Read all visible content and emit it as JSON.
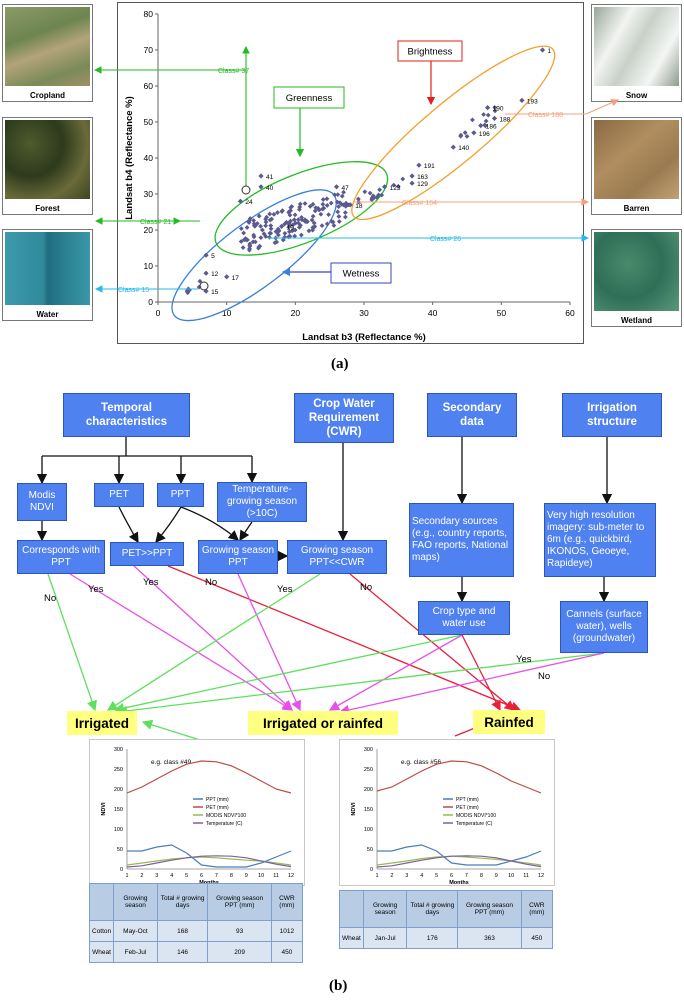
{
  "panel_a": {
    "label": "(a)",
    "chart_data": {
      "type": "scatter",
      "xlabel": "Landsat b3 (Reflectance %)",
      "ylabel": "Landsat b4 (Reflectance %)",
      "xlim": [
        0,
        60
      ],
      "ylim": [
        0,
        80
      ],
      "xticks": [
        "0",
        "10",
        "20",
        "30",
        "40",
        "50",
        "60"
      ],
      "yticks": [
        "0",
        "10",
        "20",
        "30",
        "40",
        "50",
        "60",
        "70",
        "80"
      ],
      "point_labels": [
        {
          "text": "1",
          "x": 56,
          "y": 70
        },
        {
          "text": "193",
          "x": 53,
          "y": 56
        },
        {
          "text": "190",
          "x": 48,
          "y": 54
        },
        {
          "text": "188",
          "x": 49,
          "y": 51
        },
        {
          "text": "186",
          "x": 47,
          "y": 49
        },
        {
          "text": "196",
          "x": 46,
          "y": 47
        },
        {
          "text": "140",
          "x": 43,
          "y": 43
        },
        {
          "text": "191",
          "x": 38,
          "y": 38
        },
        {
          "text": "163",
          "x": 37,
          "y": 35
        },
        {
          "text": "129",
          "x": 37,
          "y": 33
        },
        {
          "text": "123",
          "x": 33,
          "y": 32
        },
        {
          "text": "41",
          "x": 15,
          "y": 35
        },
        {
          "text": "40",
          "x": 15,
          "y": 32
        },
        {
          "text": "47",
          "x": 26,
          "y": 32
        },
        {
          "text": "24",
          "x": 12,
          "y": 28
        },
        {
          "text": "18",
          "x": 28,
          "y": 27
        },
        {
          "text": "19",
          "x": 18,
          "y": 21
        },
        {
          "text": "5",
          "x": 7,
          "y": 13
        },
        {
          "text": "12",
          "x": 7,
          "y": 8
        },
        {
          "text": "17",
          "x": 10,
          "y": 7
        },
        {
          "text": "15",
          "x": 7,
          "y": 3
        }
      ],
      "cluster_notes": [
        "Greenness",
        "Brightness",
        "Wetness"
      ],
      "class_labels": [
        "Class# 37",
        "Class# 21",
        "Class# 15",
        "Class# 188",
        "Class# 164",
        "Class# 26"
      ],
      "colors": {
        "points": "#5a5a8e",
        "green": "#22bb22",
        "orange": "#f2a02c",
        "blue": "#3a7fd8",
        "salmon": "#f4a07c",
        "cyan": "#22bcea",
        "red": "#e0201a"
      }
    },
    "thumbnails": [
      "Cropland",
      "Forest",
      "Water",
      "Snow",
      "Barren",
      "Wetland"
    ]
  },
  "panel_b": {
    "label": "(b)",
    "headers": {
      "temporal": "Temporal characteristics",
      "cwr": "Crop Water Requirement (CWR)",
      "secondary": "Secondary data",
      "irrigation": "Irrigation structure"
    },
    "boxes": {
      "modis": "Modis NDVI",
      "pet": "PET",
      "ppt": "PPT",
      "temperature": "Temperature-growing season (>10C)",
      "corresponds": "Corresponds with PPT",
      "petppt": "PET>>PPT",
      "growing": "Growing season PPT",
      "growing_cwr": "Growing season PPT<<CWR",
      "sources": "Secondary sources (e.g., country reports, FAO reports, National maps)",
      "crop_type": "Crop type and water use",
      "vhr": "Very high resolution imagery: sub-meter to 6m (e.g., quickbird, IKONOS, Geoeye, Rapideye)",
      "canals": "Cannels (surface water), wells (groundwater)"
    },
    "line_labels": {
      "no1": "No",
      "yes1": "Yes",
      "yes2": "Yes",
      "no2": "No",
      "yes3": "Yes",
      "no3": "No",
      "yes4": "Yes",
      "no4": "No"
    },
    "outcomes": {
      "irrigated": "Irrigated",
      "irrigated_or_rainfed": "Irrigated or rainfed",
      "rainfed": "Rainfed"
    },
    "mini_charts": [
      {
        "title": "e.g. class #49",
        "chart_data": {
          "type": "line",
          "xlabel": "Months",
          "ylabel": "NDVI",
          "x": [
            1,
            2,
            3,
            4,
            5,
            6,
            7,
            8,
            9,
            10,
            11,
            12
          ],
          "ylim": [
            0,
            300
          ],
          "yticks": [
            "0",
            "50",
            "100",
            "150",
            "200",
            "250",
            "300"
          ],
          "series": [
            {
              "name": "PPT (mm)",
              "color": "#4a7ebb",
              "values": [
                45,
                45,
                55,
                60,
                40,
                10,
                5,
                5,
                5,
                15,
                30,
                45
              ]
            },
            {
              "name": "PET (mm)",
              "color": "#be4b48",
              "values": [
                190,
                205,
                225,
                245,
                262,
                270,
                268,
                258,
                240,
                220,
                200,
                190
              ]
            },
            {
              "name": "MODIS NDVI*100",
              "color": "#98b954",
              "values": [
                10,
                15,
                20,
                25,
                28,
                30,
                28,
                25,
                22,
                20,
                15,
                10
              ]
            },
            {
              "name": "Temperature (C)",
              "color": "#7d60a0",
              "values": [
                5,
                8,
                15,
                22,
                28,
                32,
                33,
                32,
                28,
                20,
                12,
                6
              ]
            }
          ]
        },
        "table": {
          "header": [
            "",
            "Growing season",
            "Total # growing days",
            "Growing season PPT (mm)",
            "CWR (mm)"
          ],
          "rows": [
            [
              "Cotton",
              "May-Oct",
              "168",
              "93",
              "1012"
            ],
            [
              "Wheat",
              "Feb-Jul",
              "146",
              "209",
              "450"
            ]
          ]
        }
      },
      {
        "title": "e.g. class #56",
        "chart_data": {
          "type": "line",
          "xlabel": "Months",
          "ylabel": "NDVI",
          "x": [
            1,
            2,
            3,
            4,
            5,
            6,
            7,
            8,
            9,
            10,
            11,
            12
          ],
          "ylim": [
            0,
            300
          ],
          "yticks": [
            "0",
            "50",
            "100",
            "150",
            "200",
            "250",
            "300"
          ],
          "series": [
            {
              "name": "PPT (mm)",
              "color": "#4a7ebb",
              "values": [
                45,
                45,
                55,
                60,
                45,
                15,
                10,
                10,
                10,
                20,
                30,
                45
              ]
            },
            {
              "name": "PET (mm)",
              "color": "#be4b48",
              "values": [
                195,
                205,
                225,
                245,
                262,
                270,
                268,
                258,
                240,
                220,
                205,
                190
              ]
            },
            {
              "name": "MODIS NDVI*100",
              "color": "#98b954",
              "values": [
                10,
                15,
                20,
                26,
                30,
                32,
                30,
                27,
                24,
                20,
                15,
                10
              ]
            },
            {
              "name": "Temperature (C)",
              "color": "#7d60a0",
              "values": [
                5,
                8,
                15,
                22,
                28,
                32,
                33,
                32,
                28,
                20,
                12,
                6
              ]
            }
          ]
        },
        "table": {
          "header": [
            "",
            "Growing season",
            "Total # growing days",
            "Growing season PPT (mm)",
            "CWR (mm)"
          ],
          "rows": [
            [
              "Wheat",
              "Jan-Jul",
              "176",
              "363",
              "450"
            ]
          ]
        }
      }
    ]
  }
}
